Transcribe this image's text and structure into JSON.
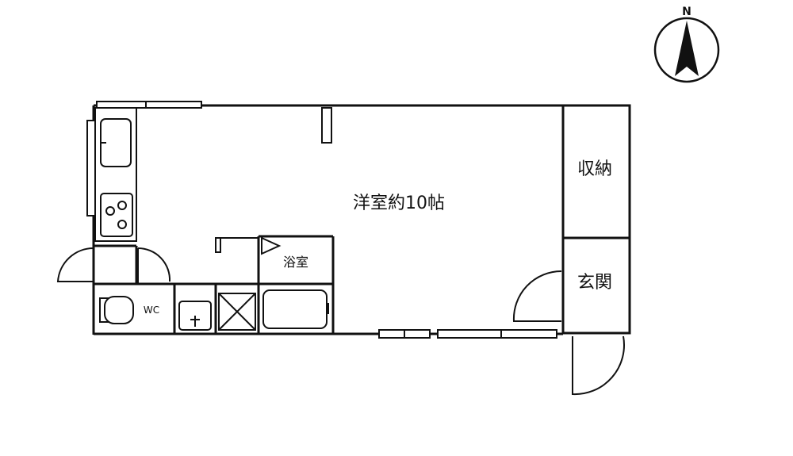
{
  "compass": {
    "north_label": "N"
  },
  "rooms": {
    "western_room": "洋室約10帖",
    "storage": "収納",
    "entrance": "玄関",
    "bathroom": "浴室",
    "toilet": "WC"
  }
}
